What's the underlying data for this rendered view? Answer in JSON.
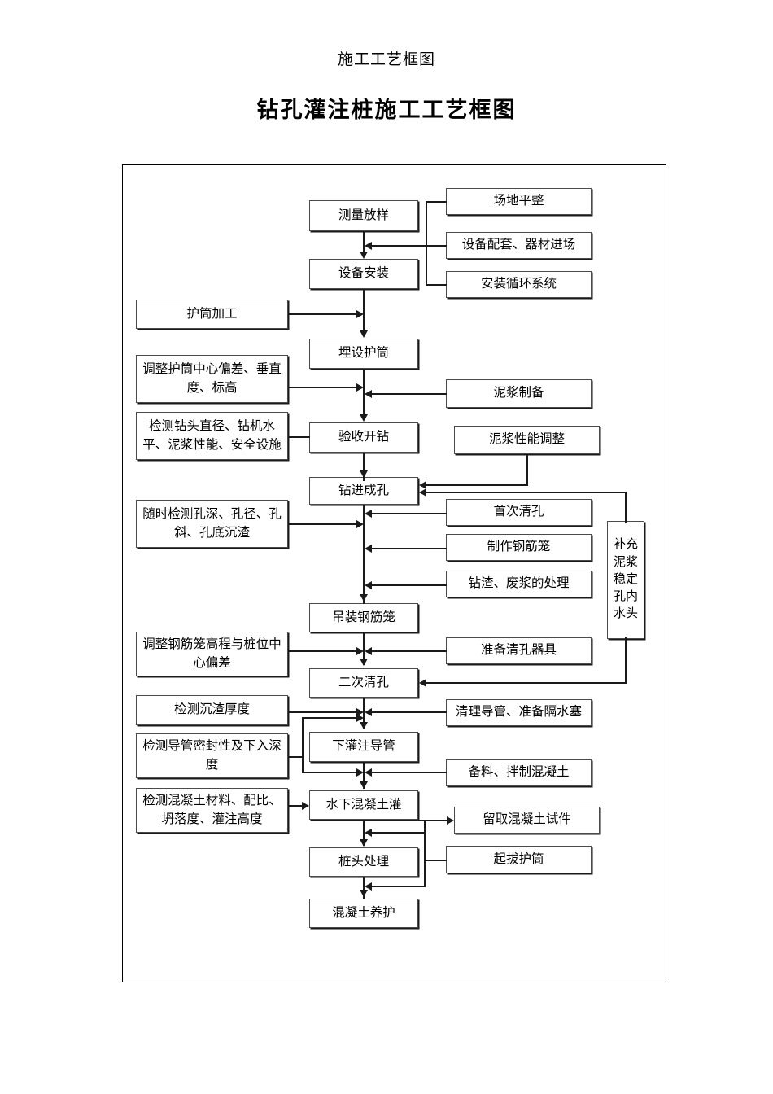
{
  "page": {
    "title_small": "施工工艺框图",
    "title_main": "钻孔灌注桩施工工艺框图"
  },
  "diagram": {
    "type": "flowchart",
    "orientation": "top-to-bottom",
    "main_flow": [
      "测量放样",
      "设备安装",
      "埋设护筒",
      "验收开钻",
      "钻进成孔",
      "吊装钢筋笼",
      "二次清孔",
      "下灌注导管",
      "水下混凝土灌",
      "桩头处理",
      "混凝土养护"
    ],
    "nodes": {
      "n_celiang": "测量放样",
      "n_shebei": "设备安装",
      "n_maishe": "埋设护筒",
      "n_yanshou": "验收开钻",
      "n_zuanjin": "钻进成孔",
      "n_diaozhuang": "吊装钢筋笼",
      "n_erci": "二次清孔",
      "n_xiaguan": "下灌注导管",
      "n_shuixia": "水下混凝土灌",
      "n_zhuangtou": "桩头处理",
      "n_yanghu": "混凝土养护",
      "r_changdi": "场地平整",
      "r_shebeipeitao": "设备配套、器材进场",
      "r_anzhuang": "安装循环系统",
      "r_nijiang": "泥浆制备",
      "r_nijiangxingneng": "泥浆性能调整",
      "r_shouci": "首次清孔",
      "r_zhizuo": "制作钢筋笼",
      "r_zuanzha": "钻渣、废浆的处理",
      "r_zhunbei": "准备清孔器具",
      "r_qingli": "清理导管、准备隔水塞",
      "r_beiliao": "备料、拌制混凝土",
      "r_liuqu": "留取混凝土试件",
      "r_qiba": "起拔护筒",
      "r_buchong": "补充泥浆稳定孔内水头",
      "l_hutong": "护筒加工",
      "l_tiaozheng_hutong": "调整护筒中心偏差、垂直度、标高",
      "l_jiance_zuantou": "检测钻头直径、钻机水平、泥浆性能、安全设施",
      "l_suishi": "随时检测孔深、孔径、孔斜、孔底沉渣",
      "l_tiaozheng_gangjin": "调整钢筋笼高程与桩位中心偏差",
      "l_jiance_chenzha": "检测沉渣厚度",
      "l_jiance_daoguan": "检测导管密封性及下入深度",
      "l_jiance_hunningtu": "检测混凝土材料、配比、坍落度、灌注高度"
    },
    "colors": {
      "line": "#1a1a1a",
      "box_border": "#4a4a4a",
      "background": "#ffffff"
    }
  }
}
